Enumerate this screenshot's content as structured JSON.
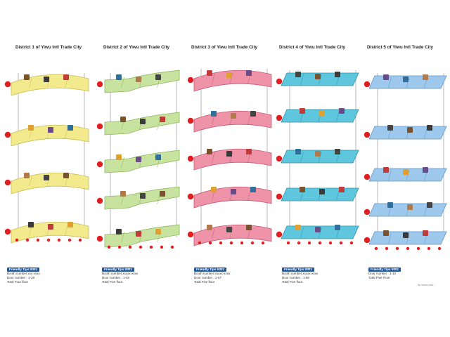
{
  "districts": [
    {
      "title": "District 1 of Yiwu Intl Trade City",
      "floor_color": "#f3ea8e",
      "floor_edge": "#c9be52",
      "shape": "wave",
      "tips_head": "Friendly Tips 0001",
      "tips": [
        "Booth number:xxx-xxxx",
        "Door number : 1-18",
        "Total Four floor"
      ]
    },
    {
      "title": "District 2 of Yiwu Intl Trade City",
      "floor_color": "#c8e3a0",
      "floor_edge": "#8db35c",
      "shape": "jagged",
      "tips_head": "Friendly Tips 0001",
      "tips": [
        "Booth number:xxxxx-xxxx",
        "Door number : 1-46",
        "Total Five floor"
      ]
    },
    {
      "title": "District 3 of Yiwu Intl Trade City",
      "floor_color": "#ee93a8",
      "floor_edge": "#c45a74",
      "shape": "wave",
      "tips_head": "Friendly Tips 0001",
      "tips": [
        "Booth number:xxxxx-xxxx",
        "Door number : 1-67",
        "Total Five floor"
      ]
    },
    {
      "title": "District 4 of Yiwu Intl Trade City",
      "floor_color": "#5ec7dd",
      "floor_edge": "#2a8fa8",
      "shape": "rect",
      "tips_head": "Friendly Tips 0001",
      "tips": [
        "Booth number:xxxxx-xxxx",
        "Door number : 1-80",
        "Total Five floor"
      ]
    },
    {
      "title": "District 5 of Yiwu Intl Trade City",
      "floor_color": "#9fc9ec",
      "floor_edge": "#5e94c4",
      "shape": "rect",
      "tips_head": "Friendly Tips 0001",
      "tips": [
        "Door number : 1-10",
        "Total Five Floor"
      ]
    }
  ],
  "colors": {
    "floor_badge": "#e02020",
    "pillar": "#9a9a9a",
    "door_marker": "#e02020"
  },
  "credit": "ttp://www.yiwu..."
}
